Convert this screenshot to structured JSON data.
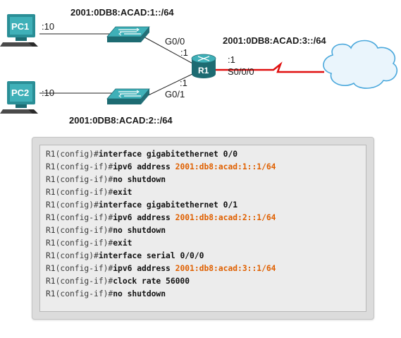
{
  "topology": {
    "pc1": {
      "name": "PC1",
      "host_id": ":10"
    },
    "pc2": {
      "name": "PC2",
      "host_id": ":10"
    },
    "router": {
      "name": "R1"
    },
    "lan1": {
      "prefix": "2001:0DB8:ACAD:1::/64",
      "interface": "G0/0",
      "router_host_id": ":1"
    },
    "lan2": {
      "prefix": "2001:0DB8:ACAD:2::/64",
      "interface": "G0/1",
      "router_host_id": ":1"
    },
    "wan": {
      "prefix": "2001:0DB8:ACAD:3::/64",
      "interface": "S0/0/0",
      "router_host_id": ":1"
    },
    "colors": {
      "device_teal": "#2a8e96",
      "device_dark": "#1d6b72",
      "serial_link": "#e01010",
      "cloud": "#e8f4fc",
      "cloud_stroke": "#3aa0d8"
    }
  },
  "config": {
    "lines": [
      {
        "prompt": "R1(config)#",
        "cmd": "interface gigabitethernet 0/0",
        "arg": ""
      },
      {
        "prompt": "R1(config-if)#",
        "cmd": "ipv6 address ",
        "arg": "2001:db8:acad:1::1/64"
      },
      {
        "prompt": "R1(config-if)#",
        "cmd": "no shutdown",
        "arg": ""
      },
      {
        "prompt": "R1(config-if)#",
        "cmd": "exit",
        "arg": ""
      },
      {
        "prompt": "R1(config)#",
        "cmd": "interface gigabitethernet 0/1",
        "arg": ""
      },
      {
        "prompt": "R1(config-if)#",
        "cmd": "ipv6 address ",
        "arg": "2001:db8:acad:2::1/64"
      },
      {
        "prompt": "R1(config-if)#",
        "cmd": "no shutdown",
        "arg": ""
      },
      {
        "prompt": "R1(config-if)#",
        "cmd": "exit",
        "arg": ""
      },
      {
        "prompt": "R1(config)#",
        "cmd": "interface serial 0/0/0",
        "arg": ""
      },
      {
        "prompt": "R1(config-if)#",
        "cmd": "ipv6 address ",
        "arg": "2001:db8:acad:3::1/64"
      },
      {
        "prompt": "R1(config-if)#",
        "cmd": "clock rate 56000",
        "arg": ""
      },
      {
        "prompt": "R1(config-if)#",
        "cmd": "no shutdown",
        "arg": ""
      }
    ]
  }
}
